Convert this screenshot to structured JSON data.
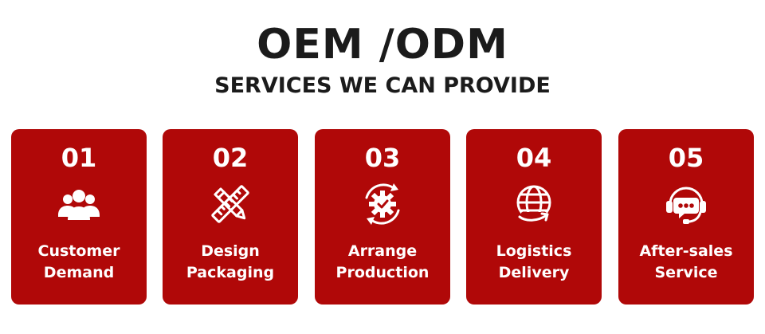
{
  "title": "OEM /ODM",
  "subtitle": "SERVICES WE CAN PROVIDE",
  "cards": [
    {
      "number": "01",
      "line1": "Customer",
      "line2": "Demand",
      "icon": "users-icon"
    },
    {
      "number": "02",
      "line1": "Design",
      "line2": "Packaging",
      "icon": "pencil-ruler-icon"
    },
    {
      "number": "03",
      "line1": "Arrange",
      "line2": "Production",
      "icon": "gear-cycle-icon"
    },
    {
      "number": "04",
      "line1": "Logistics",
      "line2": "Delivery",
      "icon": "globe-delivery-icon"
    },
    {
      "number": "05",
      "line1": "After-sales",
      "line2": "Service",
      "icon": "headset-chat-icon"
    }
  ],
  "colors": {
    "card_background": "#b00808",
    "heading": "#1b1b1b",
    "card_text": "#ffffff"
  }
}
